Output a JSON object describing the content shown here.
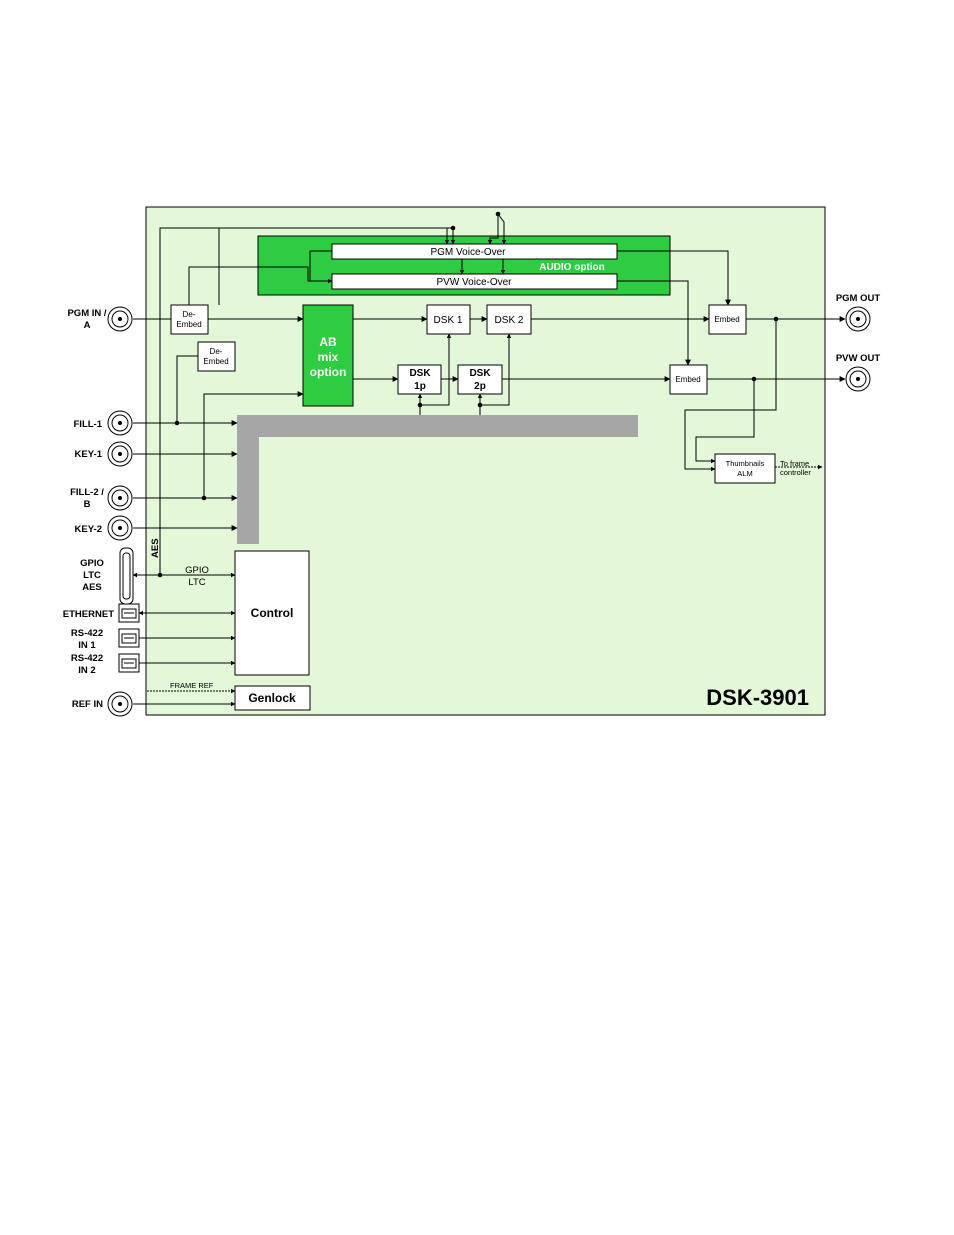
{
  "title": "DSK-3901",
  "colors": {
    "panel_bg": "#e3f7d9",
    "green_block": "#2ecc40",
    "bus_gray": "#a6a6a6"
  },
  "inputs": {
    "pgm_in_l1": "PGM IN /",
    "pgm_in_l2": "A",
    "fill1": "FILL-1",
    "key1": "KEY-1",
    "fill2_l1": "FILL-2 /",
    "fill2_l2": "B",
    "key2": "KEY-2",
    "gpio_l1": "GPIO",
    "gpio_l2": "LTC",
    "gpio_l3": "AES",
    "ethernet": "ETHERNET",
    "rs422_1_l1": "RS-422",
    "rs422_1_l2": "IN 1",
    "rs422_2_l1": "RS-422",
    "rs422_2_l2": "IN 2",
    "ref_in": "REF IN"
  },
  "outputs": {
    "pgm_out": "PGM OUT",
    "pvw_out": "PVW OUT",
    "to_frame_l1": "To frame",
    "to_frame_l2": "controller"
  },
  "blocks": {
    "deembed_l1": "De-",
    "deembed_l2": "Embed",
    "pgm_voiceover": "PGM Voice-Over",
    "pvw_voiceover": "PVW Voice-Over",
    "audio_option": "AUDIO option",
    "ab_l1": "AB",
    "ab_l2": "mix",
    "ab_l3": "option",
    "dsk1": "DSK 1",
    "dsk2": "DSK 2",
    "dsk1p_l1": "DSK",
    "dsk1p_l2": "1p",
    "dsk2p_l1": "DSK",
    "dsk2p_l2": "2p",
    "embed": "Embed",
    "thumb_l1": "Thumbnails",
    "thumb_l2": "ALM",
    "control": "Control",
    "genlock": "Genlock"
  },
  "wire_labels": {
    "aes": "AES",
    "gpio_l1": "GPIO",
    "gpio_l2": "LTC",
    "frame_ref": "FRAME REF"
  }
}
